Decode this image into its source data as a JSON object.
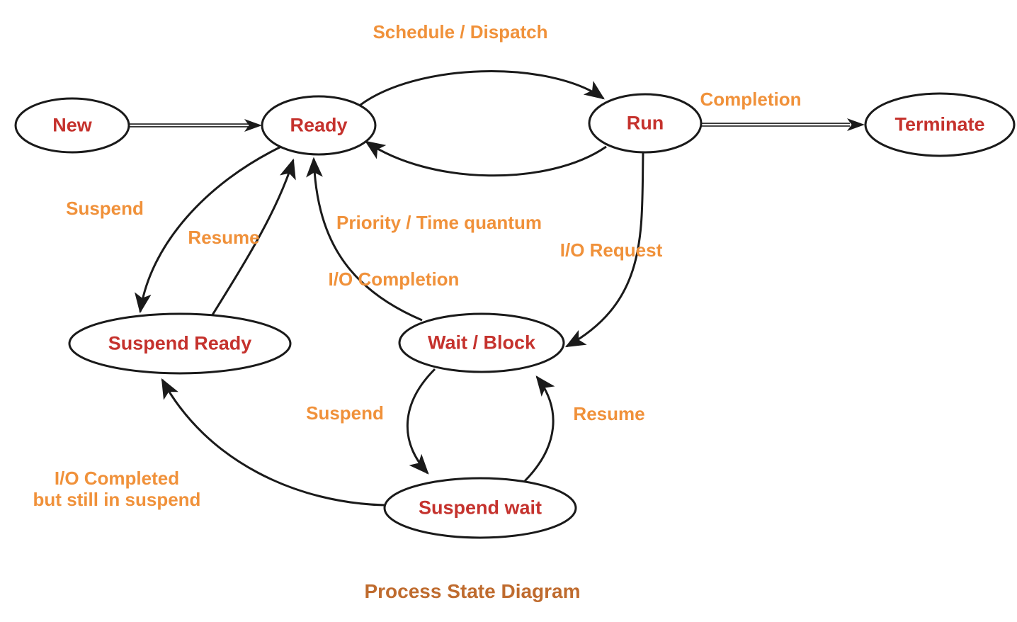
{
  "title": "Process State Diagram",
  "colors": {
    "state_text": "#c5322d",
    "label_text": "#f0913a",
    "title_text": "#bf6b2e",
    "stroke": "#1a1a1a",
    "background": "#ffffff"
  },
  "states": {
    "new": "New",
    "ready": "Ready",
    "run": "Run",
    "terminate": "Terminate",
    "suspend_ready": "Suspend Ready",
    "wait_block": "Wait / Block",
    "suspend_wait": "Suspend wait"
  },
  "transitions": {
    "schedule_dispatch": "Schedule / Dispatch",
    "completion": "Completion",
    "suspend_ready_to_suspend_ready_state": "Suspend",
    "resume_suspend_ready_to_ready": "Resume",
    "priority_time_quantum": "Priority / Time quantum",
    "io_request": "I/O Request",
    "io_completion": "I/O Completion",
    "suspend_wait_block_to_suspend_wait": "Suspend",
    "resume_suspend_wait_to_wait_block": "Resume",
    "io_completed_line1": "I/O Completed",
    "io_completed_line2": "but still in suspend"
  }
}
